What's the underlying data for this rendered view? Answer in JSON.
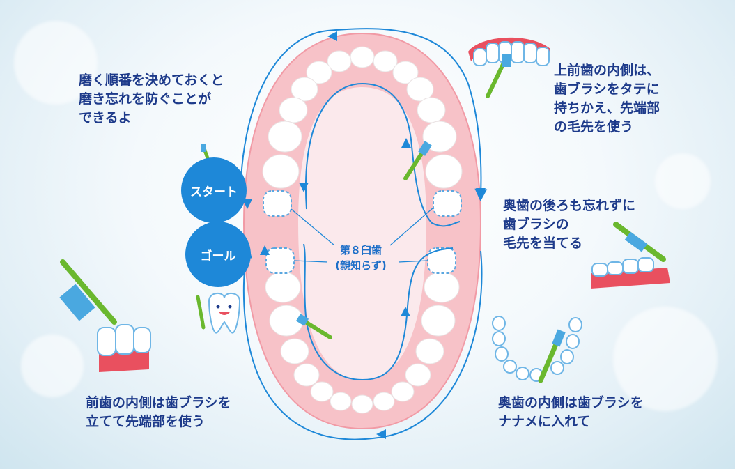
{
  "notes": {
    "top_left": [
      "磨く順番を決めておくと",
      "磨き忘れを防ぐことが",
      "できるよ"
    ],
    "top_right": [
      "上前歯の内側は、",
      "歯ブラシをタテに",
      "持ちかえ、先端部",
      "の毛先を使う"
    ],
    "middle_right": [
      "奥歯の後ろも忘れずに",
      "歯ブラシの",
      "毛先を当てる"
    ],
    "bottom_right": [
      "奥歯の内側は歯ブラシを",
      "ナナメに入れて"
    ],
    "bottom_left": [
      "前歯の内側は歯ブラシを",
      "立てて先端部を使う"
    ]
  },
  "labels": {
    "start": "スタート",
    "goal": "ゴール",
    "wisdom_tooth_line1": "第８臼歯",
    "wisdom_tooth_line2": "(親知らず)"
  },
  "colors": {
    "text": "#1d3a8a",
    "circle": "#1e88d8",
    "path": "#1e88d8",
    "gum": "#f7c2c8",
    "gum_edge": "#f19aa5",
    "tooth": "#ffffff",
    "brush_handle": "#6ab82e",
    "brush_head": "#4aa8e0"
  },
  "icons": [
    "tooth-mascot-icon",
    "toothbrush-icon",
    "upper-teeth-icon",
    "lower-teeth-icon",
    "arrow-icon"
  ]
}
